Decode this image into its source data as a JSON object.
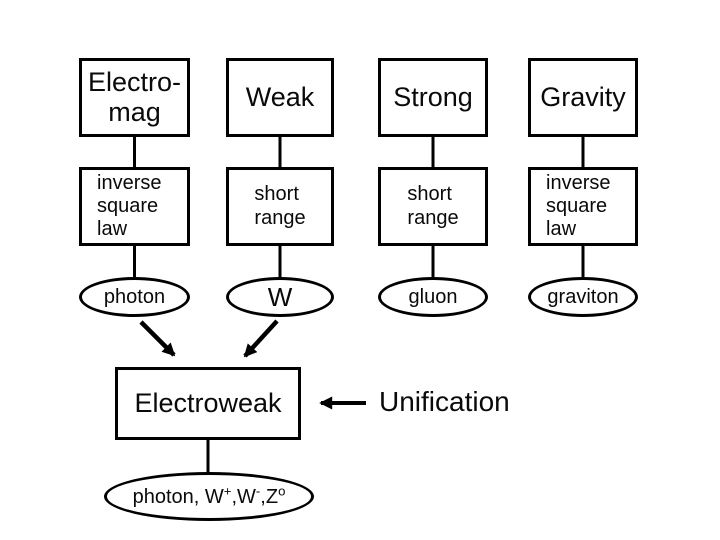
{
  "canvas": {
    "background": "#ffffff",
    "stroke_color": "#000000"
  },
  "forces": [
    {
      "name_lines": [
        "Electro-",
        "mag"
      ],
      "property_lines": [
        "inverse",
        "square",
        "law"
      ],
      "carrier": "photon"
    },
    {
      "name_lines": [
        "Weak"
      ],
      "property_lines": [
        "short",
        "range"
      ],
      "carrier": "W"
    },
    {
      "name_lines": [
        "Strong"
      ],
      "property_lines": [
        "short",
        "range"
      ],
      "carrier": "gluon"
    },
    {
      "name_lines": [
        "Gravity"
      ],
      "property_lines": [
        "inverse",
        "square",
        "law"
      ],
      "carrier": "graviton"
    }
  ],
  "unification": {
    "box_label": "Electroweak",
    "annotation_label": "Unification",
    "carriers": {
      "part1": "photon, W",
      "sup1": "+",
      "part2": ",W",
      "sup2": "-",
      "part3": ",Z",
      "sup3": "o"
    }
  }
}
